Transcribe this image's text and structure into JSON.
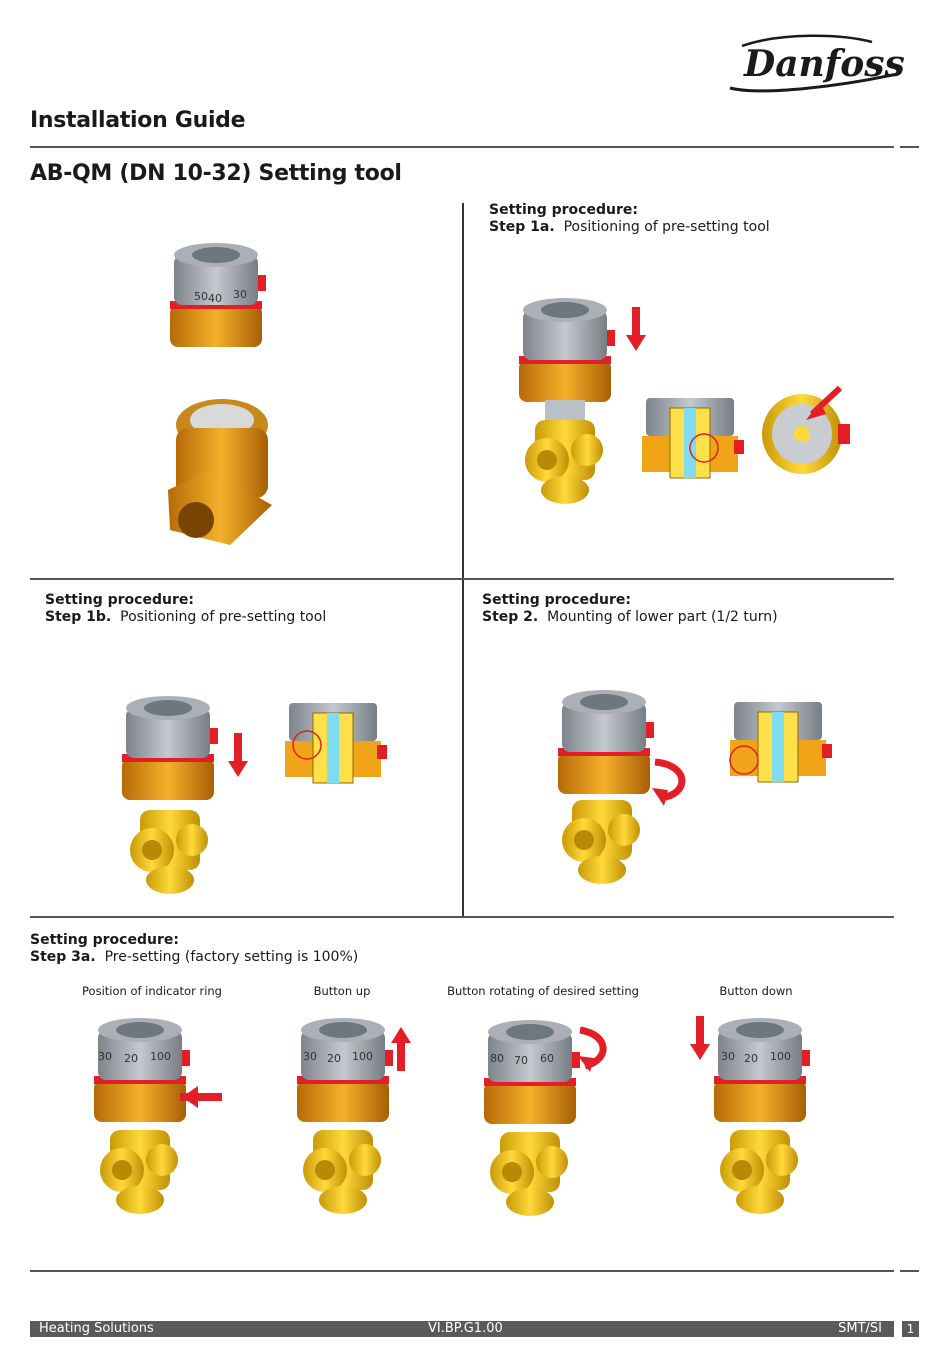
{
  "brand": {
    "logo_text": "Danfoss"
  },
  "header": {
    "title": "Installation Guide",
    "subtitle": "AB-QM (DN 10-32) Setting tool"
  },
  "sections": {
    "step1a": {
      "heading": "Setting procedure:",
      "step": "Step 1a.",
      "text": "Positioning of pre-setting tool"
    },
    "step1b": {
      "heading": "Setting procedure:",
      "step": "Step 1b.",
      "text": "Positioning of pre-setting tool"
    },
    "step2": {
      "heading": "Setting procedure:",
      "step": "Step 2.",
      "text": "Mounting of lower part (1/2 turn)"
    },
    "step3a": {
      "heading": "Setting procedure:",
      "step": "Step 3a.",
      "text": "Pre-setting (factory setting is 100%)"
    }
  },
  "captions": [
    "Position of indicator ring",
    "Button up",
    "Button rotating of desired setting",
    "Button down"
  ],
  "dial_labels": {
    "tool": [
      "50",
      "40",
      "30"
    ],
    "step3a_1": [
      "30",
      "20",
      "100"
    ],
    "step3a_2": [
      "30",
      "20",
      "100"
    ],
    "step3a_3": [
      "80",
      "70",
      "60"
    ],
    "step3a_4": [
      "30",
      "20",
      "100"
    ]
  },
  "footer": {
    "left": "Heating Solutions",
    "center": "VI.BP.G1.00",
    "right": "SMT/SI",
    "page": "1"
  },
  "colors": {
    "brass": "#e8a21a",
    "yellow": "#f2c21b",
    "grey_cap": "#9aa1a8",
    "red_accent": "#e41e26"
  }
}
